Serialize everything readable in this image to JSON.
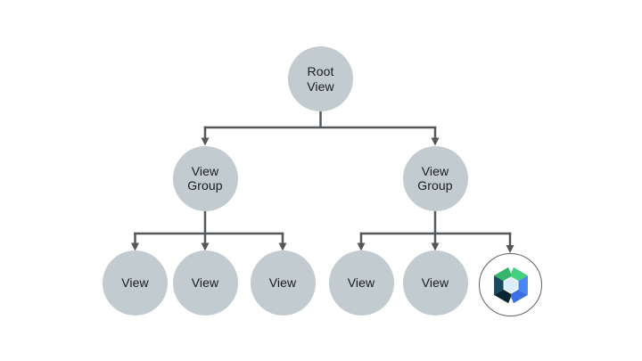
{
  "slide": {
    "background": "#ffffff",
    "description": "View hierarchy tree diagram: a Root View with two View Groups; left group contains three Views, right group contains two Views and a Jetpack Compose node"
  },
  "colors": {
    "node_fill": "#c1cbd0",
    "node_text": "#1a1c1e",
    "connector": "#54585b",
    "compose_node_background": "#ffffff",
    "compose_node_border": "#5f6469",
    "logo": {
      "green_light": "#45d07f",
      "green_dark": "#33b56a",
      "blue_light": "#4a87f5",
      "blue_dark": "#3b6fe3",
      "navy_light": "#1b4a5f",
      "navy_dark": "#0a2531",
      "hole_fill": "#ddeefb",
      "hole_rim": "#ffffff",
      "notch": "#ffffff"
    }
  },
  "nodes": {
    "root": {
      "label": "Root\nView"
    },
    "group_left": {
      "label": "View\nGroup"
    },
    "group_right": {
      "label": "View\nGroup"
    },
    "view_1": {
      "label": "View"
    },
    "view_2": {
      "label": "View"
    },
    "view_3": {
      "label": "View"
    },
    "view_4": {
      "label": "View"
    },
    "view_5": {
      "label": "View"
    },
    "compose": {
      "icon": "jetpack-compose-logo"
    }
  },
  "structure": {
    "edges": [
      [
        "root",
        "group_left"
      ],
      [
        "root",
        "group_right"
      ],
      [
        "group_left",
        "view_1"
      ],
      [
        "group_left",
        "view_2"
      ],
      [
        "group_left",
        "view_3"
      ],
      [
        "group_right",
        "view_4"
      ],
      [
        "group_right",
        "view_5"
      ],
      [
        "group_right",
        "compose"
      ]
    ]
  }
}
